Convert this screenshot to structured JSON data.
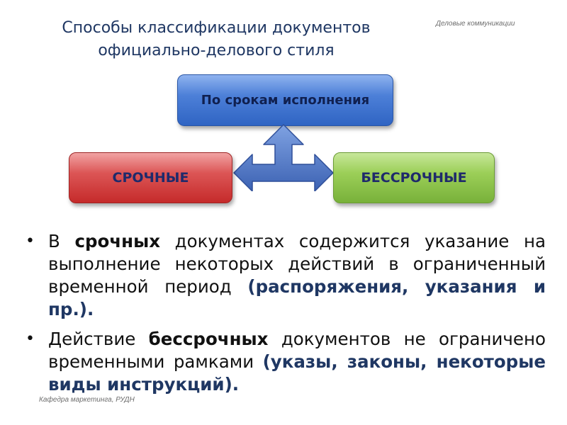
{
  "header_note": "Деловые коммуникации",
  "title": {
    "line1": "Способы классификации документов",
    "line2": "официально-делового стиля"
  },
  "diagram": {
    "top_box": "По срокам исполнения",
    "left_box": "СРОЧНЫЕ",
    "right_box": "БЕССРОЧНЫЕ",
    "colors": {
      "top": "#3a6fd0",
      "left": "#d24848",
      "right": "#8cc34b",
      "arrow": "#4a72c4"
    }
  },
  "bullets": [
    {
      "pre": "В ",
      "bold": "срочных",
      "mid": " документах содержится указание на выполнение некоторых действий в ограниченный временной период ",
      "accent": "(распоряжения, указания и пр.)."
    },
    {
      "pre": "Действие ",
      "bold": "бессрочных",
      "mid": " документов не ограничено временными рамками ",
      "accent": "(указы, законы, некоторые виды инструкций)."
    }
  ],
  "footer_note": "Кафедра маркетинга, РУДН"
}
